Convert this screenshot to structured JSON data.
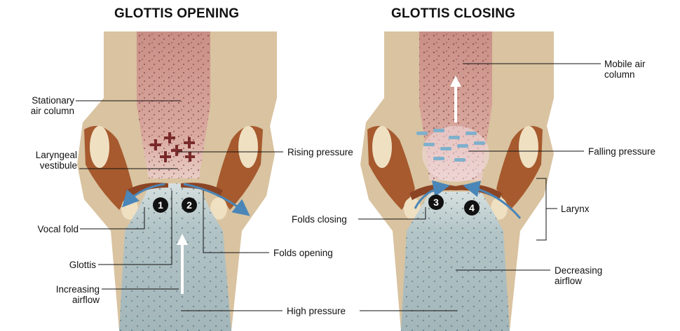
{
  "titles": {
    "left": "GLOTTIS OPENING",
    "right": "GLOTTIS CLOSING"
  },
  "labels": {
    "stationary_air_column": "Stationary\nair column",
    "laryngeal_vestibule": "Laryngeal\nvestibule",
    "vocal_fold": "Vocal fold",
    "glottis": "Glottis",
    "increasing_airflow": "Increasing\nairflow",
    "rising_pressure": "Rising pressure",
    "folds_opening": "Folds opening",
    "high_pressure": "High pressure",
    "folds_closing": "Folds closing",
    "mobile_air_column": "Mobile air\ncolumn",
    "falling_pressure": "Falling pressure",
    "larynx": "Larynx",
    "decreasing_airflow": "Decreasing\nairflow"
  },
  "markers": [
    "1",
    "2",
    "3",
    "4"
  ],
  "colors": {
    "tissue": "#d9c3a0",
    "muscle": "#a65a2e",
    "upper_air": "#c98f86",
    "lower_air": "#a9bcc0",
    "arrow_blue": "#4a86b8",
    "falling_pressure_dash": "#7fb0cc",
    "rising_pressure_cross": "#7a2a2a"
  }
}
